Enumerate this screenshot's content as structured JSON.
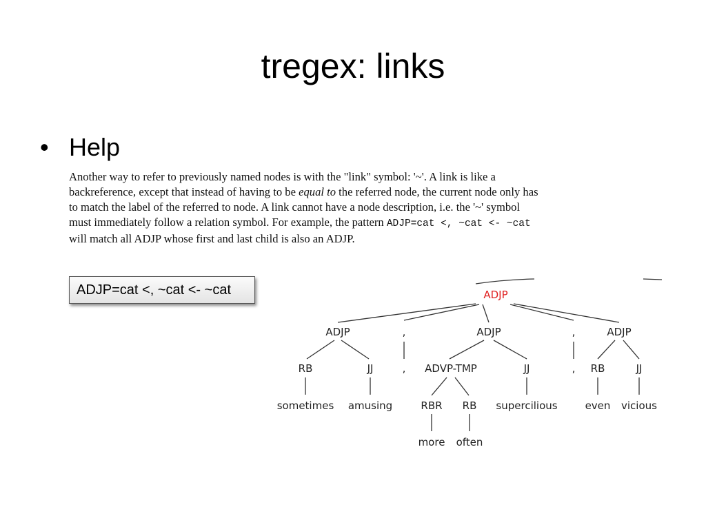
{
  "slide": {
    "title": "tregex: links",
    "bullet": "Help"
  },
  "help": {
    "t1": "Another way to refer to previously named nodes is with the \"link\" symbol: '~'. A link is like a backreference, except that instead of having to be ",
    "em": "equal to",
    "t2": " the referred node, the current node only has to match the label of the referred to node. A link cannot have a node description, i.e. the '~' symbol must immediately follow a relation symbol. For example, the pattern ",
    "code": "ADJP=cat <, ~cat <- ~cat",
    "t3": " will match all ADJP whose first and last child is also an ADJP."
  },
  "pattern_box": "ADJP=cat <, ~cat <- ~cat",
  "tree": {
    "root": "ADJP",
    "level1": [
      {
        "label": "ADJP"
      },
      {
        "label": ","
      },
      {
        "label": "ADJP"
      },
      {
        "label": ","
      },
      {
        "label": "ADJP"
      }
    ],
    "level2": [
      {
        "label": "RB"
      },
      {
        "label": "JJ"
      },
      {
        "label": ","
      },
      {
        "label": "ADVP-TMP"
      },
      {
        "label": "JJ"
      },
      {
        "label": ","
      },
      {
        "label": "RB"
      },
      {
        "label": "JJ"
      }
    ],
    "level3": [
      {
        "label": "sometimes"
      },
      {
        "label": "amusing"
      },
      {
        "label": "RBR"
      },
      {
        "label": "RB"
      },
      {
        "label": "supercilious"
      },
      {
        "label": "even"
      },
      {
        "label": "vicious"
      }
    ],
    "level4": [
      {
        "label": "more"
      },
      {
        "label": "often"
      }
    ]
  }
}
